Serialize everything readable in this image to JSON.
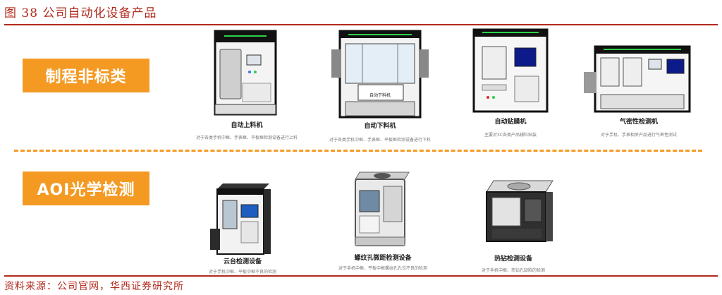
{
  "header": {
    "title": "图 38 公司自动化设备产品"
  },
  "categories": [
    {
      "label": "制程非标类"
    },
    {
      "label": "AOI光学检测"
    }
  ],
  "machines": [
    {
      "name": "自动上料机",
      "desc": "对于各类手机中框、手表框、平板框检测设备进行上料"
    },
    {
      "name": "自动下料机",
      "desc": "对于各类手机中框、手表框、平板框检测设备进行下料",
      "screen_text": "自动下料机"
    },
    {
      "name": "自动贴膜机",
      "desc": "主要对3C各类产品辅料贴装"
    },
    {
      "name": "气密性检测机",
      "desc": "对于手机、手表相关产品进行气密性测试"
    },
    {
      "name": "云台检测设备",
      "desc": "对于手机中框、平板中框不良的检测"
    },
    {
      "name": "螺纹孔微距检测设备",
      "desc": "对于手机中框、平板中框螺纹孔孔位不良的检测"
    },
    {
      "name": "热钻检测设备",
      "desc": "对于手机中框、热钻孔缺陷的检测"
    }
  ],
  "footer": {
    "source": "资料来源：公司官网，华西证券研究所"
  },
  "colors": {
    "brand_red": "#b22a1d",
    "accent_orange": "#f49a23"
  }
}
